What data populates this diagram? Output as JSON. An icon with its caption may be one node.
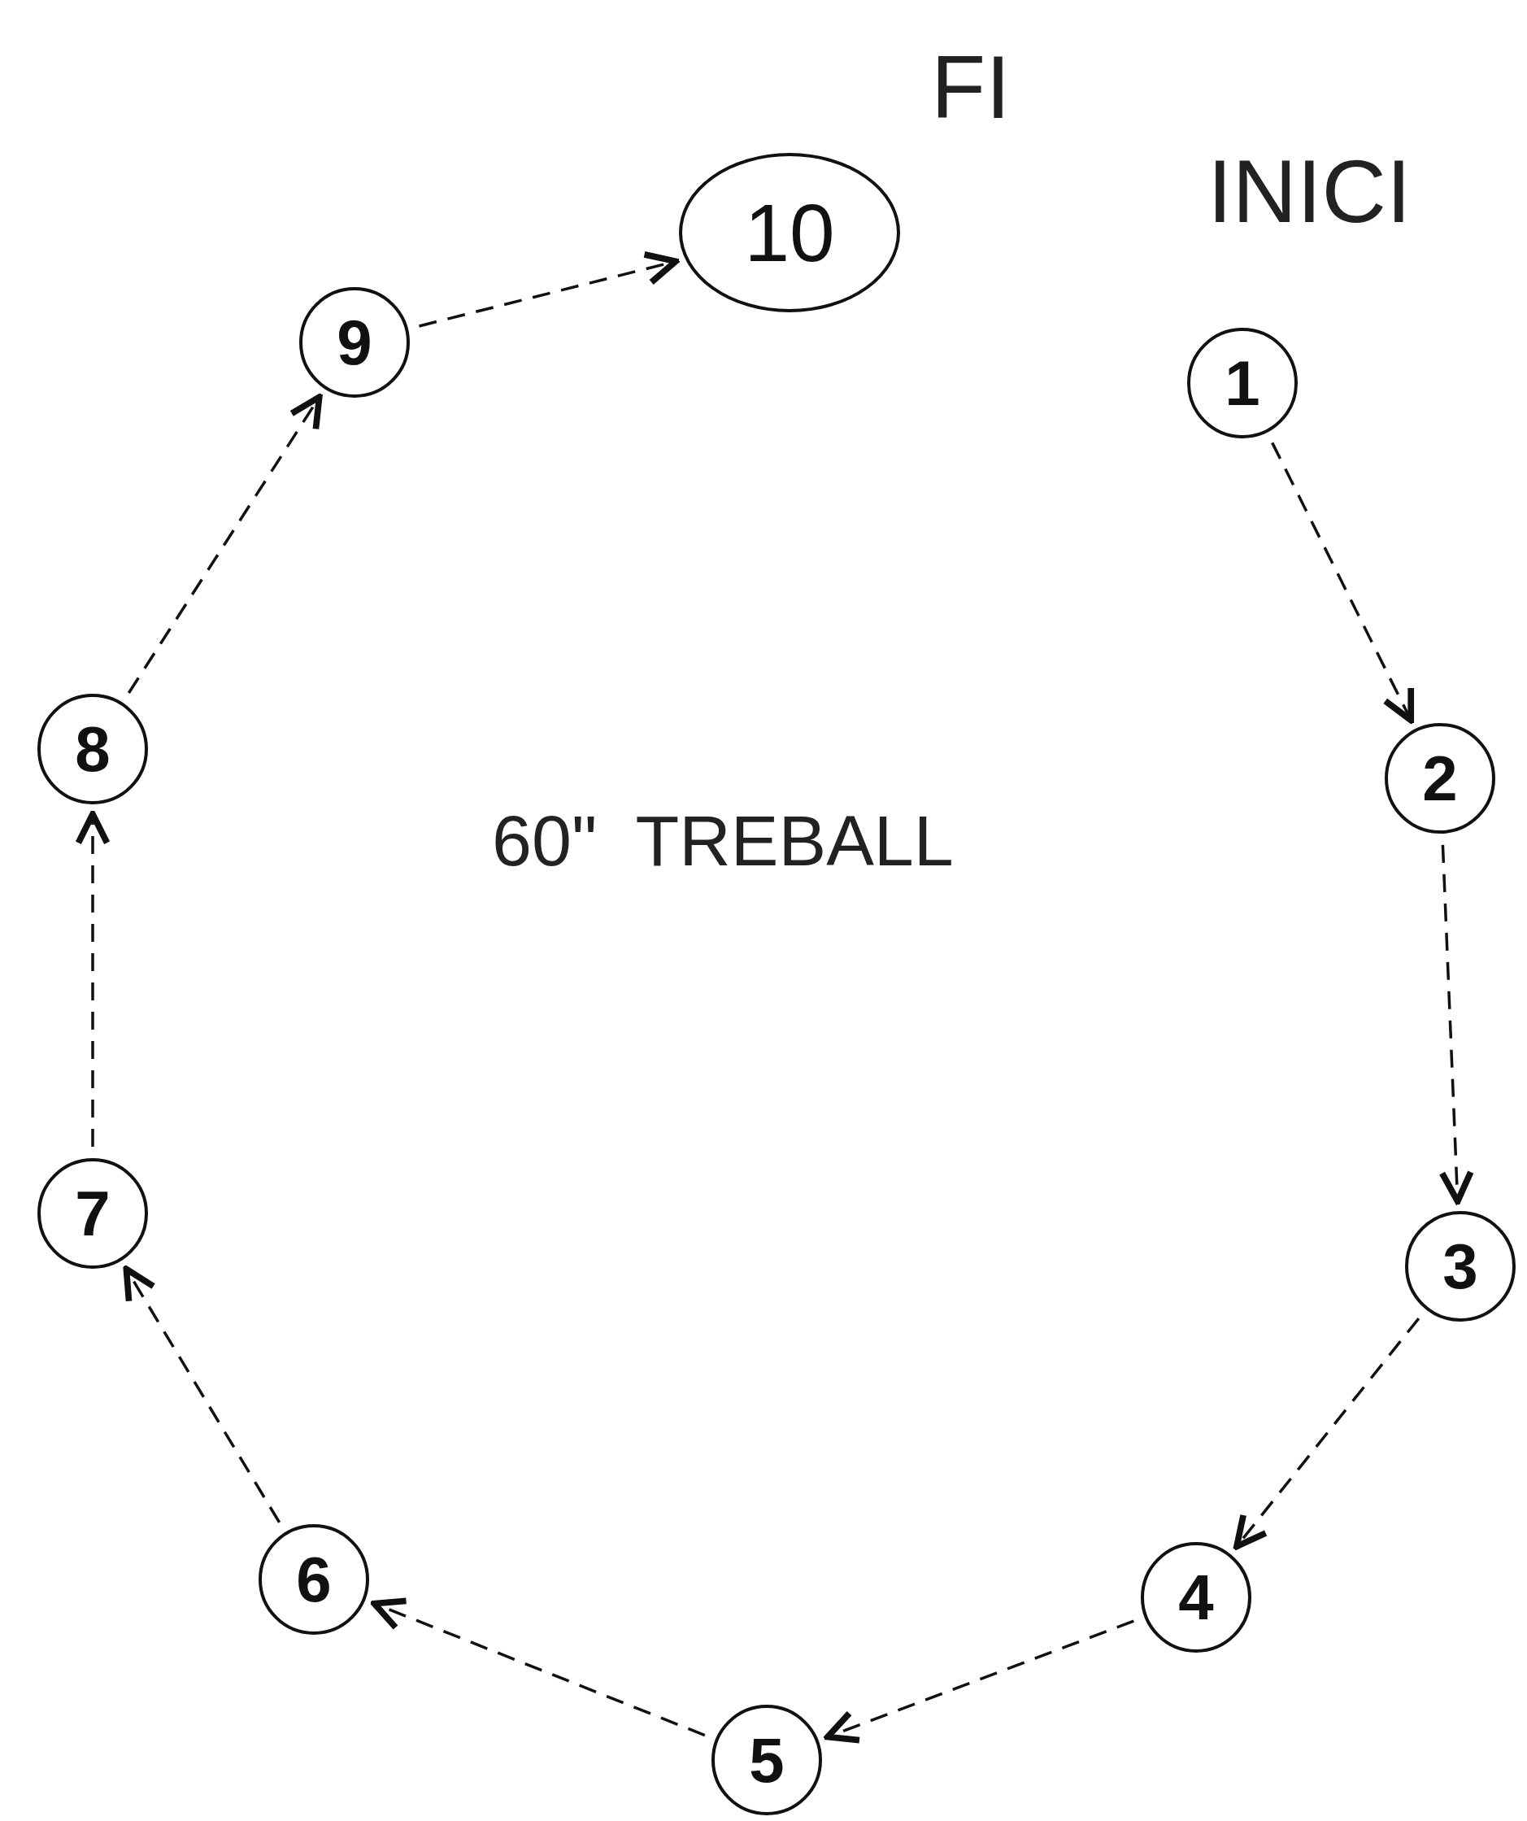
{
  "diagram": {
    "nodes": [
      {
        "text": [
          "1"
        ]
      },
      {
        "text": [
          "2"
        ]
      },
      {
        "text": [
          "3"
        ]
      },
      {
        "text": [
          "4"
        ]
      },
      {
        "text": [
          "5"
        ]
      },
      {
        "text": [
          "6"
        ]
      },
      {
        "text": [
          "7"
        ]
      },
      {
        "text": [
          "8"
        ]
      },
      {
        "text": [
          "9"
        ]
      },
      {
        "text": [
          "10"
        ]
      }
    ],
    "edges": [
      {
        "from": 0,
        "to": 1,
        "arrow": "to",
        "style": "dashed"
      },
      {
        "from": 1,
        "to": 2,
        "arrow": "to",
        "style": "dashed"
      },
      {
        "from": 2,
        "to": 3,
        "arrow": "to",
        "style": "dashed"
      },
      {
        "from": 3,
        "to": 4,
        "arrow": "to",
        "style": "dashed"
      },
      {
        "from": 4,
        "to": 5,
        "arrow": "to",
        "style": "dashed"
      },
      {
        "from": 5,
        "to": 6,
        "arrow": "to",
        "style": "dashed"
      },
      {
        "from": 6,
        "to": 7,
        "arrow": "to",
        "style": "dashed"
      },
      {
        "from": 7,
        "to": 8,
        "arrow": "to",
        "style": "dashed"
      },
      {
        "from": 8,
        "to": 9,
        "arrow": "to",
        "style": "dashed"
      }
    ],
    "labels": [
      "FI",
      "INICI",
      "60\"  TREBALL"
    ]
  }
}
